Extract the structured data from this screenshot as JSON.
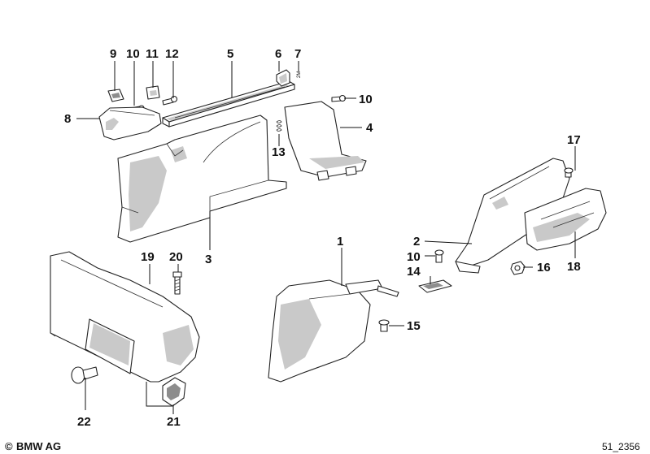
{
  "labels": {
    "p1": "1",
    "p2": "2",
    "p3": "3",
    "p4": "4",
    "p5": "5",
    "p6": "6",
    "p7": "7",
    "p8": "8",
    "p9": "9",
    "p10a": "10",
    "p10b": "10",
    "p10c": "10",
    "p11": "11",
    "p12": "12",
    "p13": "13",
    "p14": "14",
    "p15": "15",
    "p16": "16",
    "p17": "17",
    "p18": "18",
    "p19": "19",
    "p20": "20",
    "p21": "21",
    "p22": "22"
  },
  "small_marks": {
    "m7": "2M"
  },
  "footer": {
    "copyright_symbol": "©",
    "brand": "BMW AG",
    "diagram_code": "51_2356"
  }
}
